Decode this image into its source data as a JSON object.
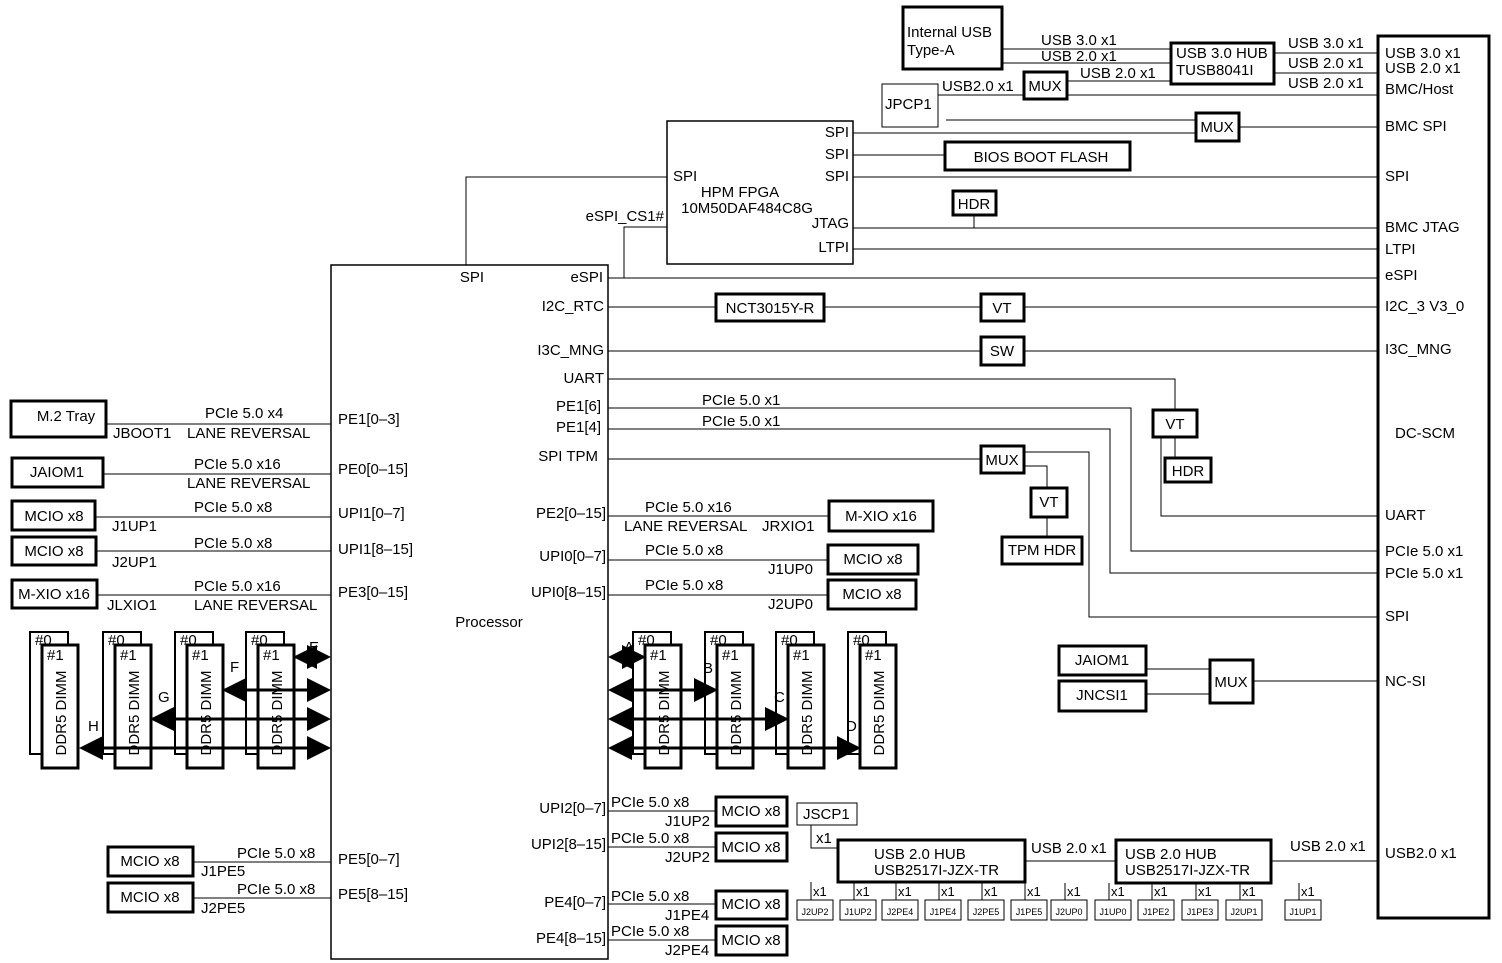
{
  "processor": {
    "name": "Processor",
    "ports_top": {
      "spi": "SPI",
      "espi": "eSPI"
    },
    "ports_left": [
      "PE1[0–3]",
      "PE0[0–15]",
      "UPI1[0–7]",
      "UPI1[8–15]",
      "PE3[0–15]",
      "PE5[0–7]",
      "PE5[8–15]"
    ],
    "ports_right": [
      "I2C_RTC",
      "I3C_MNG",
      "UART",
      "PE1[6]",
      "PE1[4]",
      "SPI TPM",
      "PE2[0–15]",
      "UPI0[0–7]",
      "UPI0[8–15]",
      "UPI2[0–7]",
      "UPI2[8–15]",
      "PE4[0–7]",
      "PE4[8–15]"
    ]
  },
  "fpga": {
    "name": "HPM FPGA",
    "part": "10M50DAF484C8G",
    "left_port": "SPI",
    "espi_cs": "eSPI_CS1#",
    "right_ports": [
      "SPI",
      "SPI",
      "SPI",
      "JTAG",
      "LTPI"
    ]
  },
  "dcscm": {
    "name": "DC-SCM",
    "ports": [
      "USB 3.0 x1",
      "USB 2.0 x1",
      "BMC/Host",
      "BMC SPI",
      "SPI",
      "BMC JTAG",
      "LTPI",
      "eSPI",
      "I2C_3 V3_0",
      "I3C_MNG",
      "UART",
      "PCIe 5.0 x1",
      "PCIe 5.0 x1",
      "SPI",
      "NC-SI",
      "USB2.0 x1"
    ]
  },
  "blocks": {
    "internal_usb_l1": "Internal USB",
    "internal_usb_l2": "Type-A",
    "usb3_hub_l1": "USB 3.0 HUB",
    "usb3_hub_l2": "TUSB8041I",
    "jpcp1": "JPCP1",
    "mux": "MUX",
    "bios_flash": "BIOS BOOT FLASH",
    "hdr": "HDR",
    "nct": "NCT3015Y-R",
    "vt": "VT",
    "sw": "SW",
    "tpm_hdr": "TPM HDR",
    "jaiom1": "JAIOM1",
    "jncsi1": "JNCSI1",
    "jscp1": "JSCP1",
    "usb2_hub_l1": "USB 2.0 HUB",
    "usb2_hub_l2": "USB2517I-JZX-TR",
    "m2_tray": "M.2 Tray",
    "mxio16": "M-XIO x16",
    "mcio8": "MCIO x8"
  },
  "links": {
    "usb30x1": "USB 3.0 x1",
    "usb20x1": "USB 2.0 x1",
    "usb20x1_nospace": "USB2.0 x1",
    "pcie_x1": "PCIe 5.0 x1",
    "pcie_x4": "PCIe 5.0 x4",
    "pcie_x8": "PCIe 5.0 x8",
    "pcie_x16": "PCIe 5.0 x16",
    "lane_reversal": "LANE REVERSAL",
    "x1": "x1"
  },
  "connectors": {
    "jboot1": "JBOOT1",
    "j1up1": "J1UP1",
    "j2up1": "J2UP1",
    "jlxio1": "JLXIO1",
    "j1pe5": "J1PE5",
    "j2pe5": "J2PE5",
    "jrxio1": "JRXIO1",
    "j1up0": "J1UP0",
    "j2up0": "J2UP0",
    "j1up2": "J1UP2",
    "j2up2": "J2UP2",
    "j1pe4": "J1PE4",
    "j2pe4": "J2PE4"
  },
  "usb_ports_hub1": [
    "J2UP2",
    "J1UP2",
    "J2PE4",
    "J1PE4",
    "J2PE5",
    "J1PE5"
  ],
  "usb_ports_hub2": [
    "J2UP0",
    "J1UP0",
    "J1PE2",
    "J1PE3",
    "J2UP1",
    "J1UP1"
  ],
  "dimm": {
    "label": "DDR5 DIMM",
    "slot0": "#0",
    "slot1": "#1"
  },
  "channels_left": [
    "H",
    "G",
    "F",
    "E"
  ],
  "channels_right": [
    "A",
    "B",
    "C",
    "D"
  ]
}
